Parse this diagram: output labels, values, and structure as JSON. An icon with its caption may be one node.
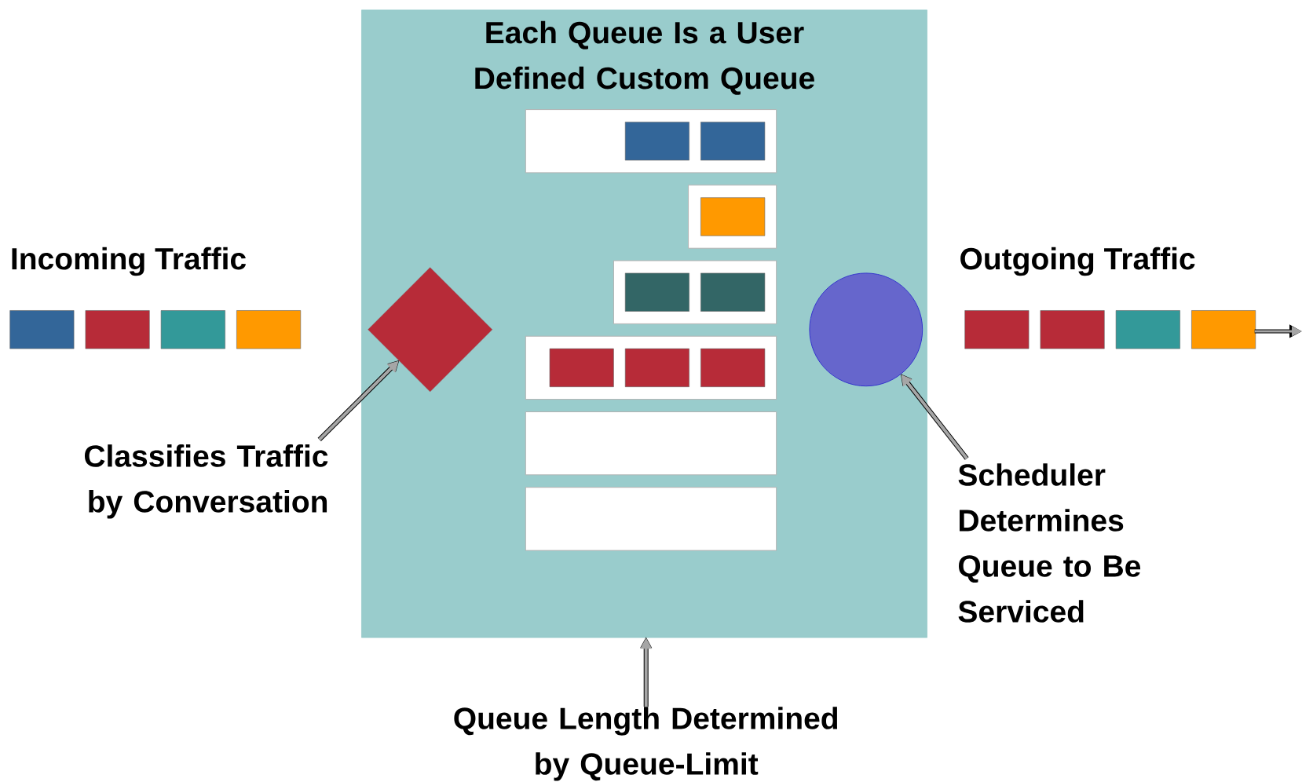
{
  "diagram": {
    "nodes": [
      {
        "text": [
          "Each Queue Is a User Defined Custom Queue"
        ]
      },
      {
        "text": [],
        "shape": "diamond",
        "in": 0
      },
      {
        "text": [],
        "shape": "circle",
        "in": 0
      },
      {
        "text": [
          "Classifies Traffic by Conversation"
        ]
      },
      {
        "text": [
          "Scheduler Determines Queue to Be Serviced"
        ]
      },
      {
        "text": [
          "Queue Length Determined by Queue-Limit"
        ]
      }
    ],
    "edges": [
      {
        "from": 3,
        "to": 1,
        "arrow": "to"
      },
      {
        "from": 4,
        "to": 2,
        "arrow": "to"
      },
      {
        "from": 5,
        "to": 0,
        "arrow": "to"
      }
    ],
    "labels": [
      "Incoming Traffic",
      "Outgoing Traffic"
    ]
  }
}
